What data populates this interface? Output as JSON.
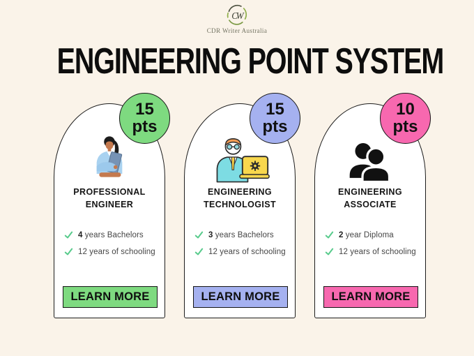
{
  "colors": {
    "background": "#FAF3E9",
    "card_background": "#FFFFFF",
    "outline": "#1C1C1C",
    "check_green": "#58CB8C",
    "green": "#7EDA80",
    "periwinkle": "#A5B1F0",
    "pink": "#F768AF"
  },
  "logo": {
    "initials": "CW",
    "name": "CDR Writer Australia"
  },
  "title": "ENGINEERING POINT SYSTEM",
  "cards": [
    {
      "points": "15",
      "points_unit": "pts",
      "badge_color": "#7EDA80",
      "button_color": "#7EDA80",
      "title_line1": "PROFESSIONAL",
      "title_line2": "ENGINEER",
      "features": [
        {
          "bold": "4",
          "rest": " years Bachelors"
        },
        {
          "bold": "",
          "rest": "12 years of schooling"
        }
      ],
      "button_label": "LEARN MORE"
    },
    {
      "points": "15",
      "points_unit": "pts",
      "badge_color": "#A5B1F0",
      "button_color": "#A5B1F0",
      "title_line1": "ENGINEERING",
      "title_line2": "TECHNOLOGIST",
      "features": [
        {
          "bold": "3",
          "rest": " years Bachelors"
        },
        {
          "bold": "",
          "rest": "12 years of schooling"
        }
      ],
      "button_label": "LEARN MORE"
    },
    {
      "points": "10",
      "points_unit": "pts",
      "badge_color": "#F768AF",
      "button_color": "#F768AF",
      "title_line1": "ENGINEERING",
      "title_line2": "ASSOCIATE",
      "features": [
        {
          "bold": "2",
          "rest": " year Diploma"
        },
        {
          "bold": "",
          "rest": "12 years of schooling"
        }
      ],
      "button_label": "LEARN MORE"
    }
  ]
}
